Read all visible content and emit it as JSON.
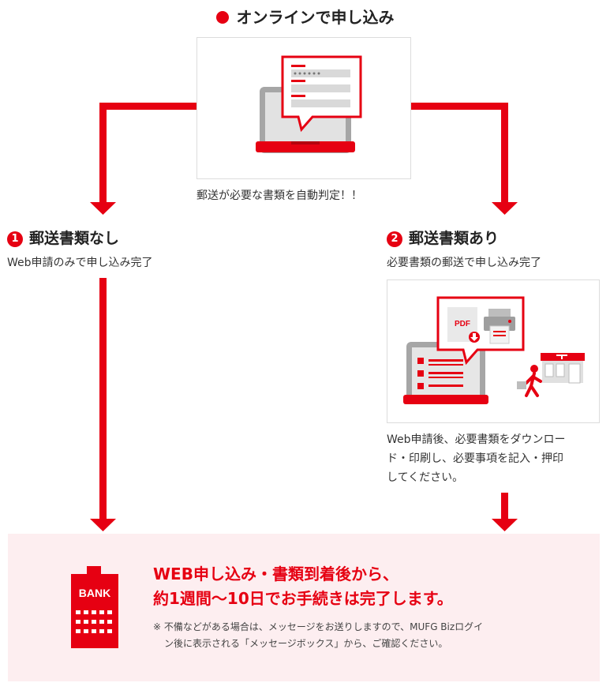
{
  "top": {
    "title": "オンラインで申し込み",
    "caption": "郵送が必要な書類を自動判定！！"
  },
  "left": {
    "number": "1",
    "heading": "郵送書類なし",
    "subtitle": "Web申請のみで申し込み完了"
  },
  "right": {
    "number": "2",
    "heading": "郵送書類あり",
    "subtitle": "必要書類の郵送で申し込み完了",
    "description_lines": [
      "Web申請後、必要書類をダウンロー",
      "ド・印刷し、必要事項を記入・押印",
      "してください。"
    ],
    "pdf_label": "PDF"
  },
  "bottom": {
    "bank_label": "BANK",
    "headline_line1": "WEB申し込み・書類到着後から、",
    "headline_line2": "約1週間〜10日でお手続きは完了します。",
    "note_line1": "※ 不備などがある場合は、メッセージをお送りしますので、MUFG Bizログイ",
    "note_line2": "ン後に表示される「メッセージボックス」から、ご確認ください。"
  },
  "colors": {
    "accent": "#e60012",
    "bg_light": "#fdeef0",
    "gray": "#b3b3b3"
  }
}
